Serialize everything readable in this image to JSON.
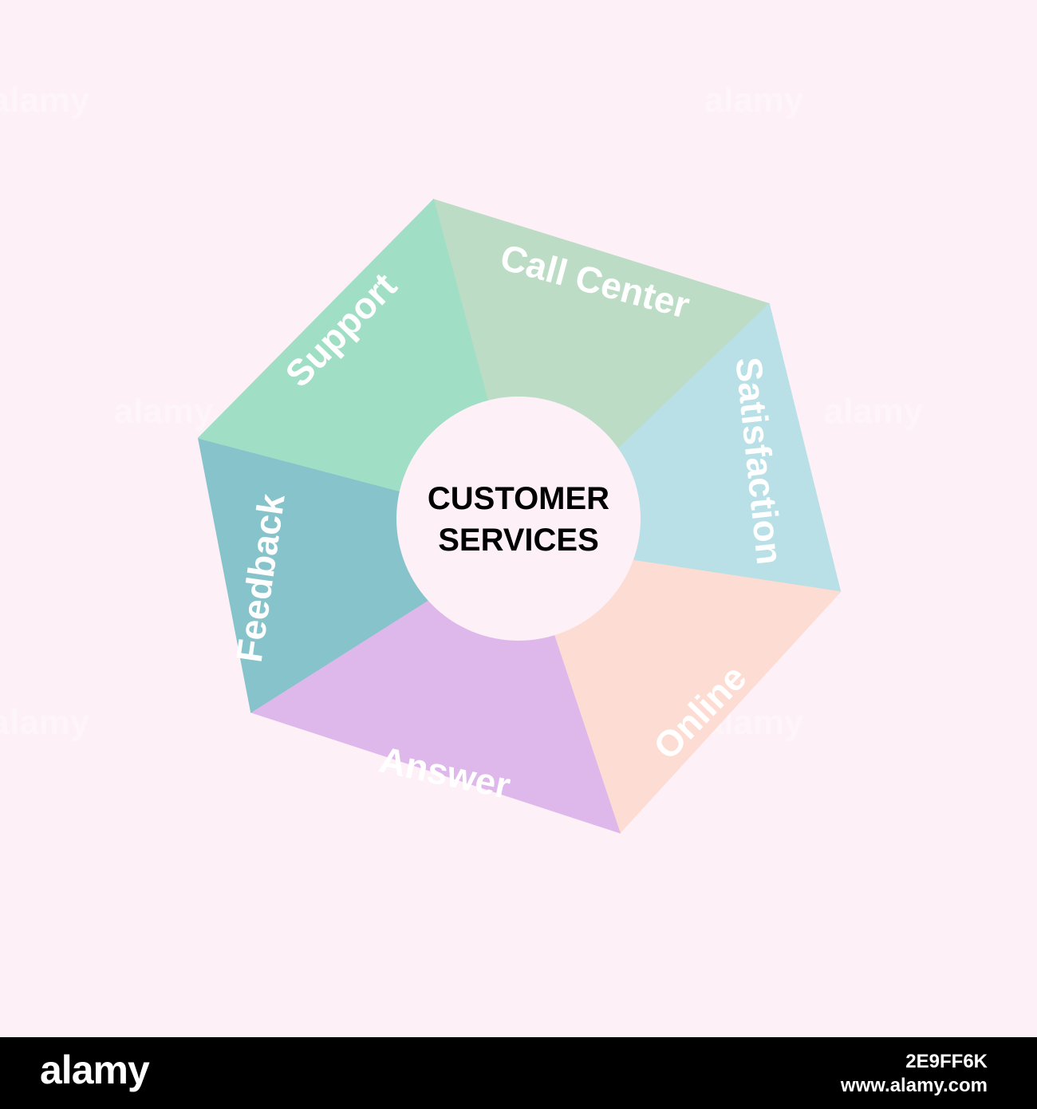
{
  "diagram": {
    "center": {
      "lines": [
        "CUSTOMER",
        "SERVICES"
      ],
      "color": "#fdf0f7"
    },
    "segments": [
      {
        "label": "Call Center",
        "color": "#bcdcc6"
      },
      {
        "label": "Satisfaction",
        "color": "#b8e0e6"
      },
      {
        "label": "Online",
        "color": "#fcdcd3"
      },
      {
        "label": "Answer",
        "color": "#dfb8eb"
      },
      {
        "label": "Feedback",
        "color": "#87c3ca"
      },
      {
        "label": "Support",
        "color": "#a0dec6"
      }
    ]
  },
  "watermark": {
    "text": "alamy",
    "small": "a"
  },
  "footer": {
    "logo": "alamy",
    "image_id": "2E9FF6K",
    "url": "www.alamy.com"
  }
}
